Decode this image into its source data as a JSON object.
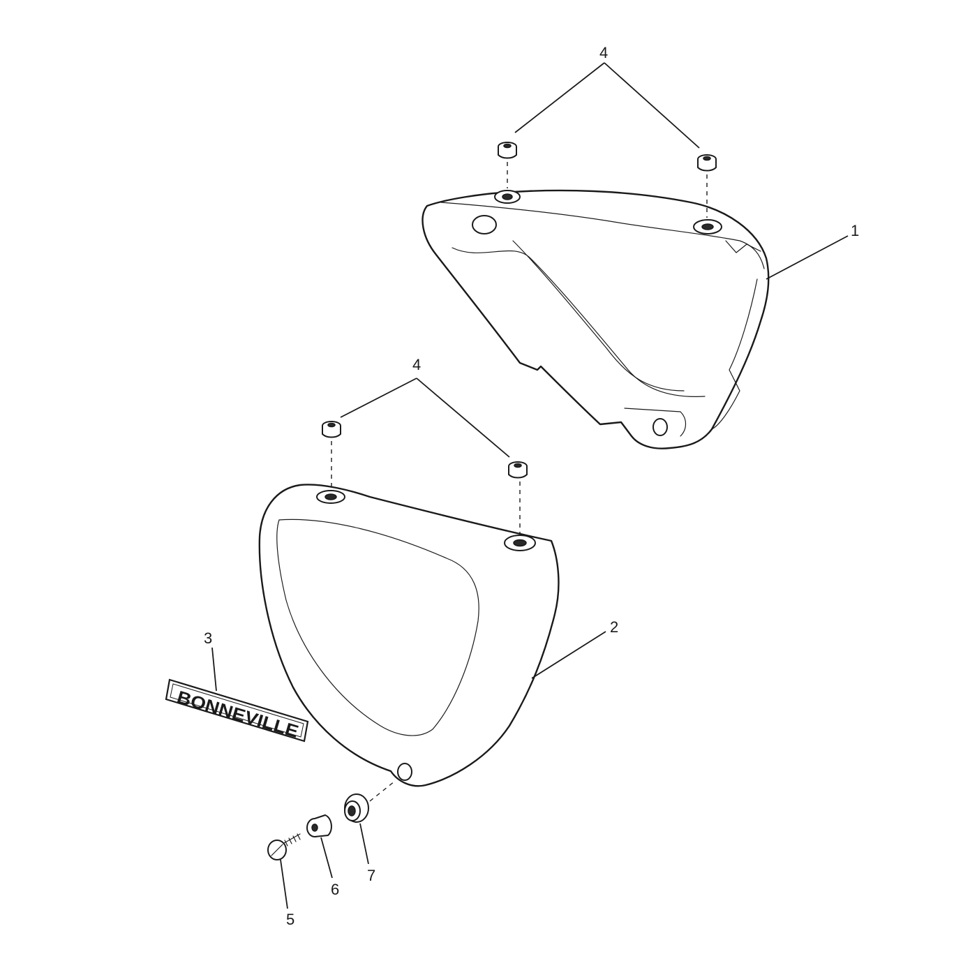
{
  "diagram": {
    "callouts": {
      "c1": "1",
      "c2": "2",
      "c3": "3",
      "c4_top": "4",
      "c4_bottom": "4",
      "c5": "5",
      "c6": "6",
      "c7": "7"
    },
    "badge_text": "BONNEVILLE"
  }
}
